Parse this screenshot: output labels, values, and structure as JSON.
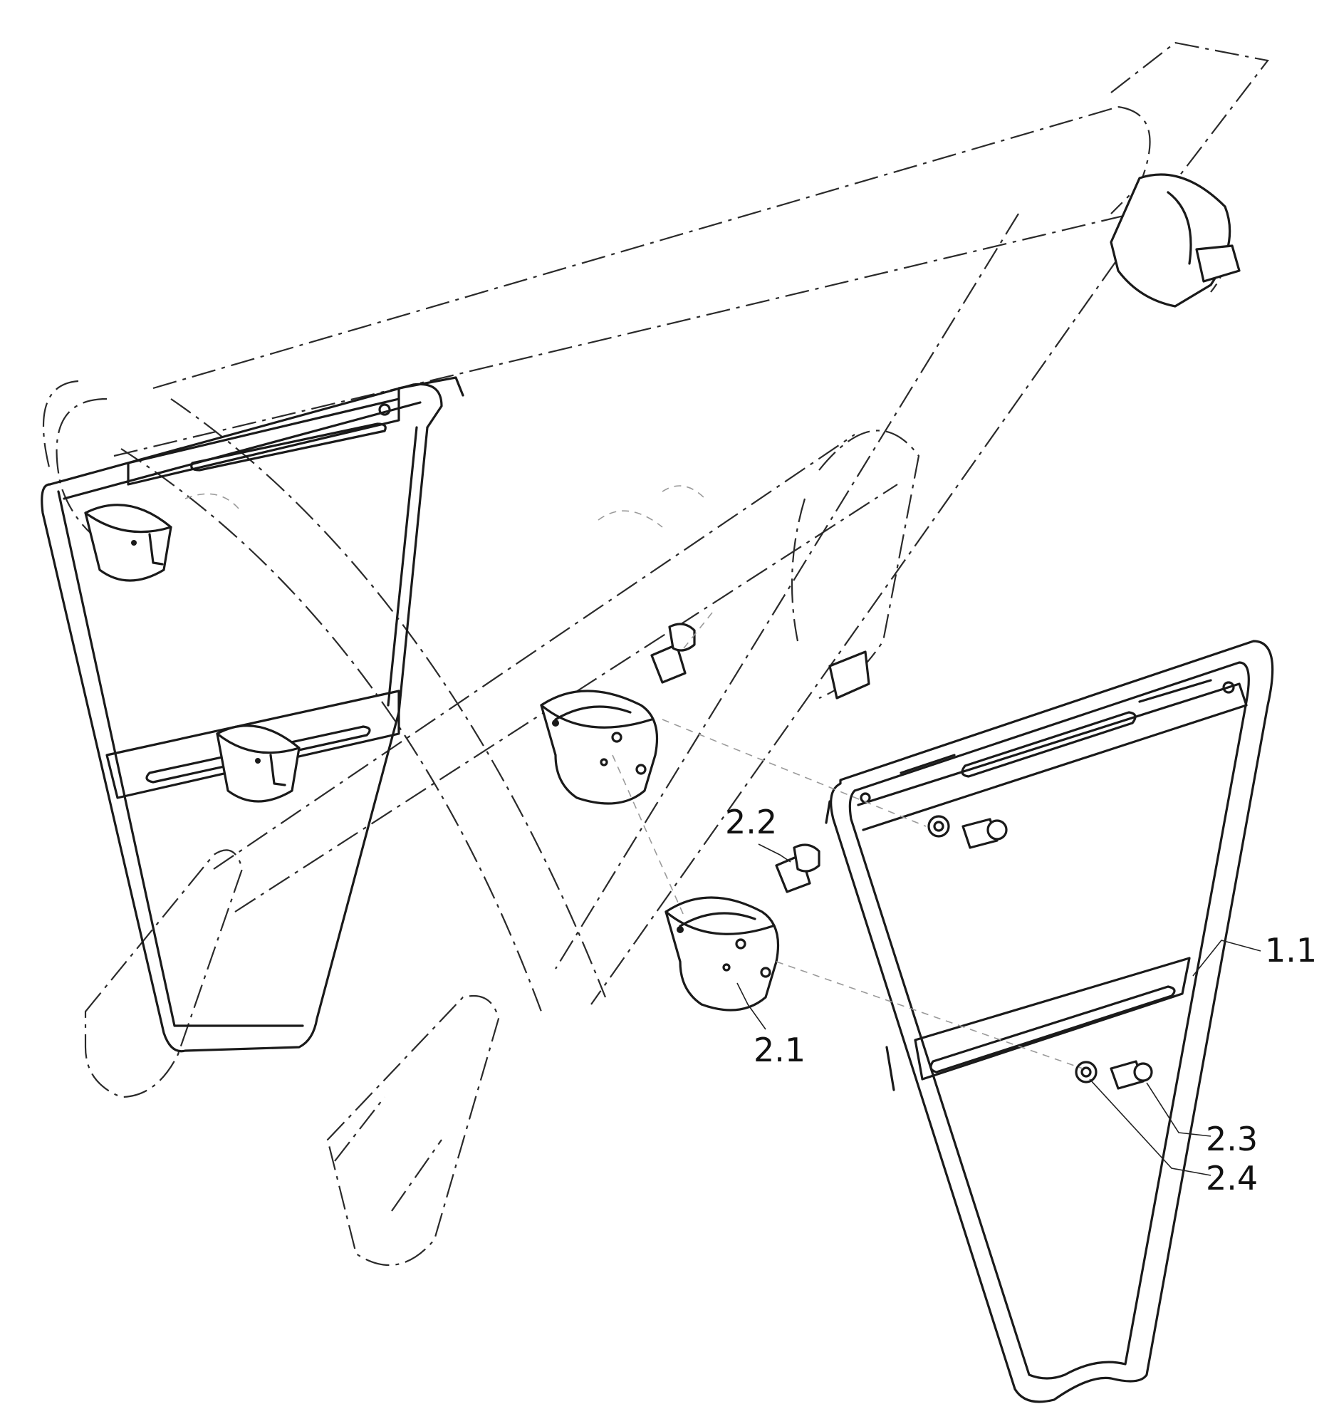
{
  "callouts": {
    "c11": "1.1",
    "c21": "2.1",
    "c22": "2.2",
    "c23": "2.3",
    "c24": "2.4"
  },
  "colors": {
    "ink": "#1a1a1a",
    "ghost": "#2a2a2a",
    "background": "#ffffff"
  }
}
